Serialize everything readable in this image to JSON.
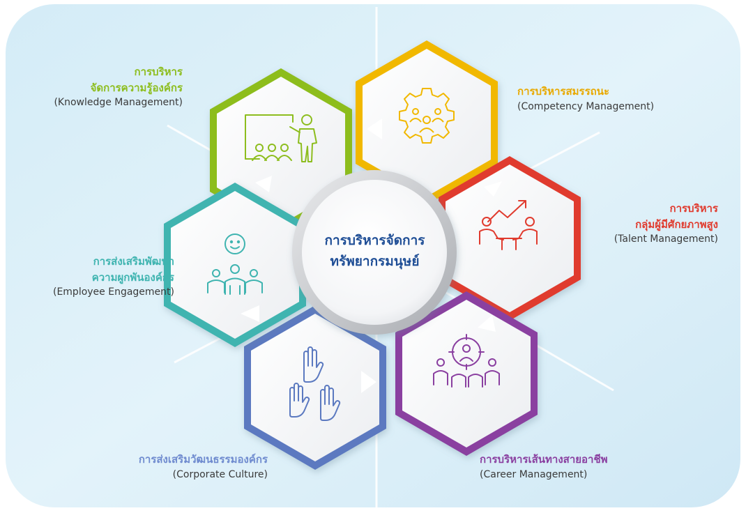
{
  "center": {
    "line1": "การบริหารจัดการ",
    "line2": "ทรัพยากรมนุษย์"
  },
  "items": [
    {
      "thai_line1": "การบริหาร",
      "thai_line2": "จัดการความรู้องค์กร",
      "english": "(Knowledge Management)",
      "color": "#8dbd1e",
      "icon": "presentation-icon"
    },
    {
      "thai_line1": "การบริหารสมรรถนะ",
      "english": "(Competency Management)",
      "color": "#f1b800",
      "icon": "gear-team-icon"
    },
    {
      "thai_line1": "การบริหาร",
      "thai_line2": "กลุ่มผู้มีศักยภาพสูง",
      "english": "(Talent Management)",
      "color": "#e03b2e",
      "icon": "growth-chart-team-icon"
    },
    {
      "thai_line1": "การบริหารเส้นทางสายอาชีพ",
      "english": "(Career Management)",
      "color": "#8a3fa0",
      "icon": "target-team-icon"
    },
    {
      "thai_line1": "การส่งเสริมวัฒนธรรมองค์กร",
      "english": "(Corporate Culture)",
      "color": "#5b79c0",
      "icon": "raised-hands-icon"
    },
    {
      "thai_line1": "การส่งเสริมพัฒนา",
      "thai_line2": "ความผูกพันองค์กร",
      "english": "(Employee Engagement)",
      "color": "#3fb4b0",
      "icon": "smiley-team-icon"
    }
  ]
}
